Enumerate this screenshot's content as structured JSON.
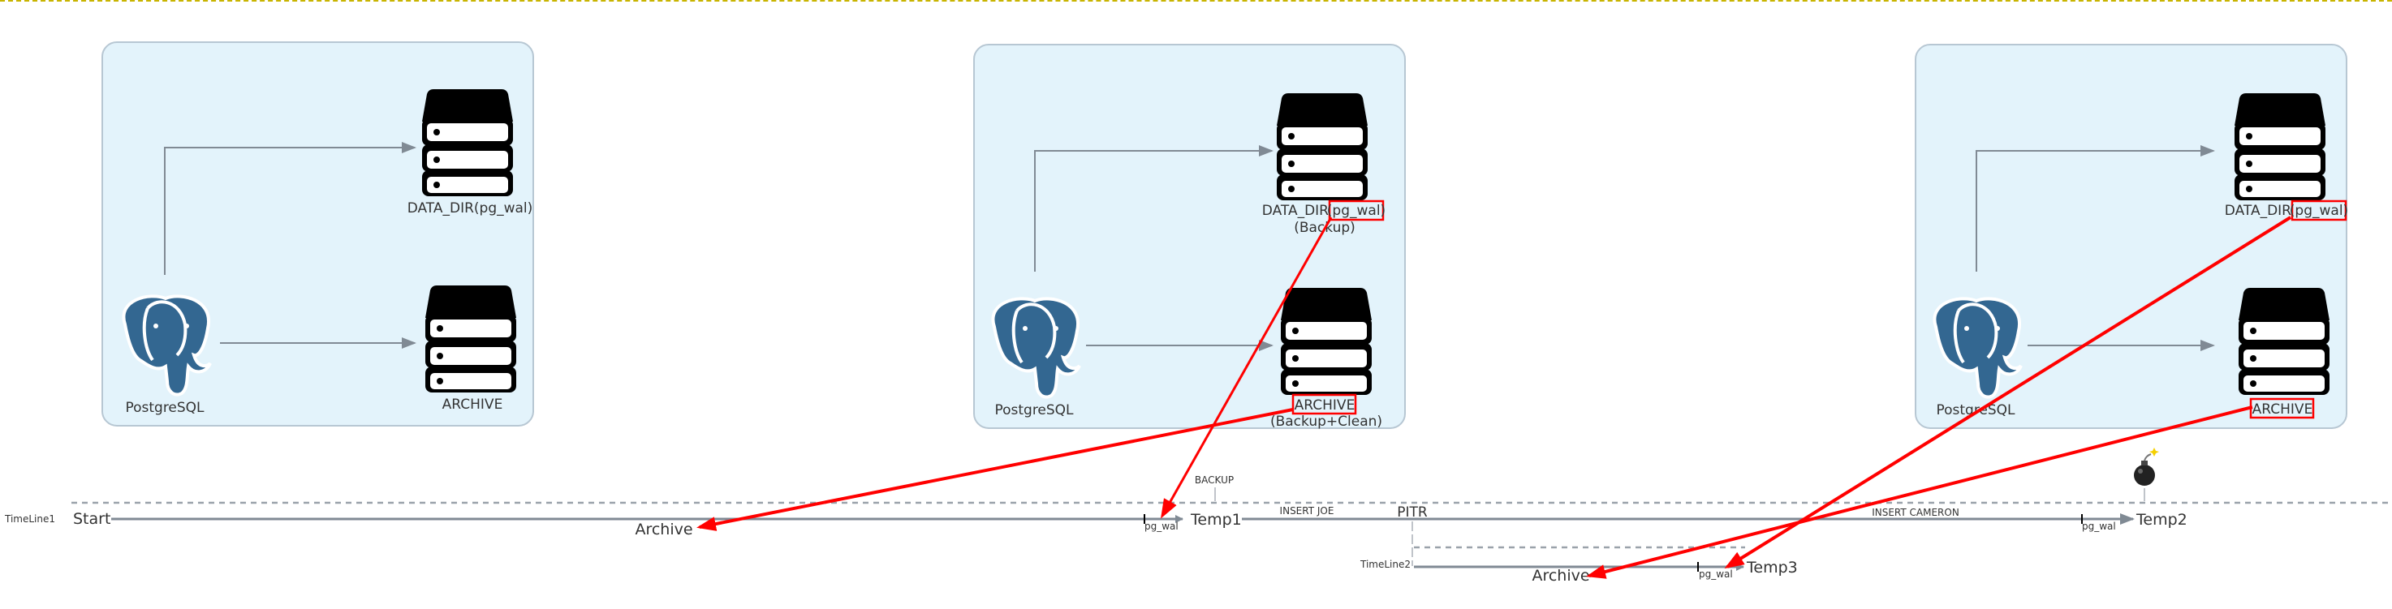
{
  "colors": {
    "box_fill": "#e3f3fb",
    "box_stroke": "#b7c7d3",
    "flow": "#808a94",
    "highlight": "#ff0000",
    "elephant": "#336791"
  },
  "panels": [
    {
      "db_label": "DATA_DIR(pg_wal)",
      "db_sub": "",
      "archive_label": "ARCHIVE",
      "archive_sub": "",
      "pg_label": "PostgreSQL"
    },
    {
      "db_label_main": "DATA_DIR",
      "db_label_wal": "(pg_wal)",
      "db_sub": "(Backup)",
      "archive_label": "ARCHIVE",
      "archive_sub": "(Backup+Clean)",
      "pg_label": "PostgreSQL"
    },
    {
      "db_label_main": "DATA_DIR",
      "db_label_wal": "(pg_wal)",
      "archive_label": "ARCHIVE",
      "pg_label": "PostgreSQL"
    }
  ],
  "timeline": {
    "tl1_label": "TimeLine1",
    "start": "Start",
    "archive1": "Archive",
    "backup": "BACKUP",
    "pgwal1": "pg_wal",
    "temp1": "Temp1",
    "insert_joe": "INSERT JOE",
    "pitr": "PITR",
    "insert_cameron": "INSERT CAMERON",
    "pgwal2": "pg_wal",
    "temp2": "Temp2",
    "tl2_label": "TimeLine2",
    "archive2": "Archive",
    "pgwal3": "pg_wal",
    "temp3": "Temp3",
    "bomb": "bomb-icon"
  }
}
